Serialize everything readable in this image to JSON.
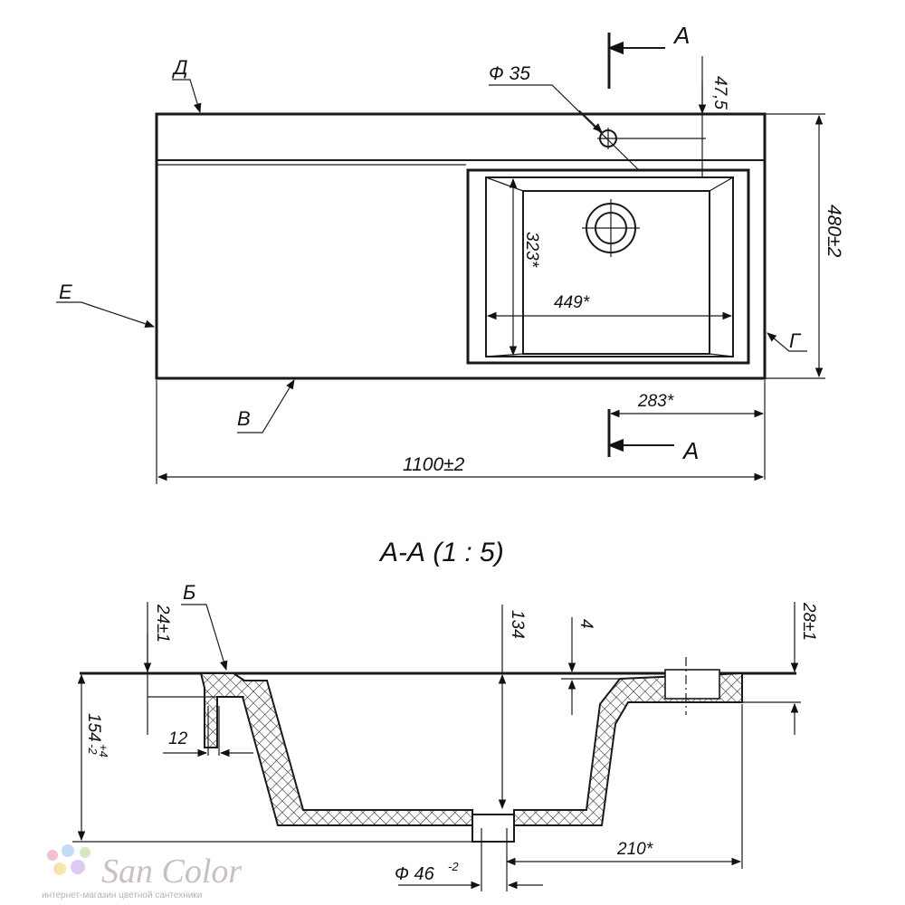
{
  "top_view": {
    "section_marker": "A",
    "labels": {
      "d": "Д",
      "e": "Е",
      "v": "В",
      "g": "Г"
    },
    "dims": {
      "hole_diameter": "Ф 35",
      "offset": "47,5",
      "depth": "480±2",
      "bowl_height": "323*",
      "bowl_width": "449*",
      "bowl_offset": "283*",
      "overall_length": "1100±2"
    }
  },
  "section": {
    "title": "А-А (1 : 5)",
    "label_b": "Б",
    "dims": {
      "rim_left": "24±1",
      "rim_width": "12",
      "total_height": "154",
      "total_height_tol_up": "+4",
      "total_height_tol_down": "-2",
      "bowl_depth": "134",
      "edge_small": "4",
      "rim_right": "28±1",
      "drain_offset": "210*",
      "drain_diameter": "Ф 46",
      "drain_diameter_tol": "-2"
    }
  },
  "watermark": {
    "brand": "San Color",
    "tagline": "интернет-магазин цветной сантехники",
    "dot_colors": [
      "#f3b3c9",
      "#b9d7f2",
      "#c9e7b4",
      "#f7e09a",
      "#d7c2ee"
    ]
  }
}
